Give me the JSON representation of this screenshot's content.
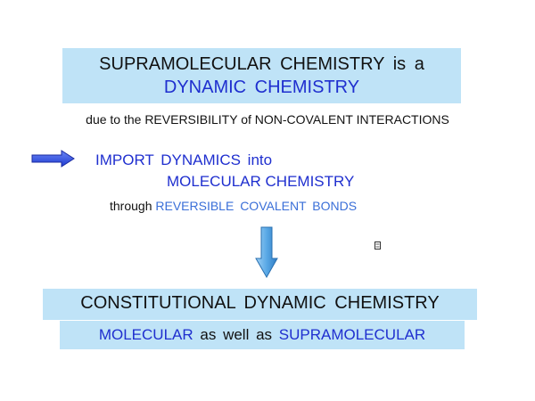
{
  "title": {
    "line1": "SUPRAMOLECULAR  CHEMISTRY  is  a",
    "line2": "DYNAMIC  CHEMISTRY"
  },
  "subtitle": "due to the REVERSIBILITY of NON-COVALENT INTERACTIONS",
  "import": {
    "line1": "IMPORT  DYNAMICS  into",
    "line2": "MOLECULAR CHEMISTRY"
  },
  "through": {
    "prefix": "through",
    "highlight": "REVERSIBLE  COVALENT  BONDS"
  },
  "conclusion": {
    "title": "CONSTITUTIONAL  DYNAMIC  CHEMISTRY",
    "molecular": "MOLECULAR",
    "as_well_as": "as  well  as",
    "supramolecular": "SUPRAMOLECULAR"
  },
  "colors": {
    "highlight_box": "#bfe3f7",
    "dark_blue_text": "#1f2fcf",
    "light_blue_text": "#3a6fd8",
    "arrow_fill": "#5aa9e6",
    "arrow_right_fill": "#2f4fe0"
  },
  "icons": {
    "right_arrow": "arrow-right-icon",
    "down_arrow": "arrow-down-icon",
    "glyph": "placeholder-glyph-icon"
  }
}
